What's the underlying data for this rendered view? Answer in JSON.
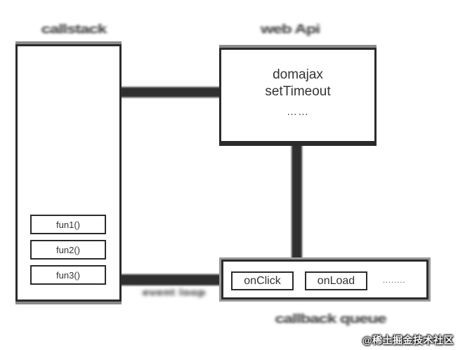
{
  "diagram": {
    "titles": {
      "call_stack": "callstack",
      "web_api": "web Api",
      "callback_queue": "callback queue"
    },
    "call_stack_box": {
      "functions": [
        "fun1()",
        "fun2()",
        "fun3()"
      ]
    },
    "web_api_box": {
      "lines": [
        "domajax",
        "setTimeout"
      ],
      "ellipsis": "……"
    },
    "callback_queue_box": {
      "items": [
        "onClick",
        "onLoad"
      ],
      "ellipsis": "........"
    },
    "edge_label": "event loop",
    "colors": {
      "background": "#ffffff",
      "box_border": "#2b2b2b",
      "connector": "#2f2f2f",
      "blur_halo": "#8a8a8a",
      "text": "#333333"
    }
  },
  "watermark": "@稀土掘金技术社区"
}
